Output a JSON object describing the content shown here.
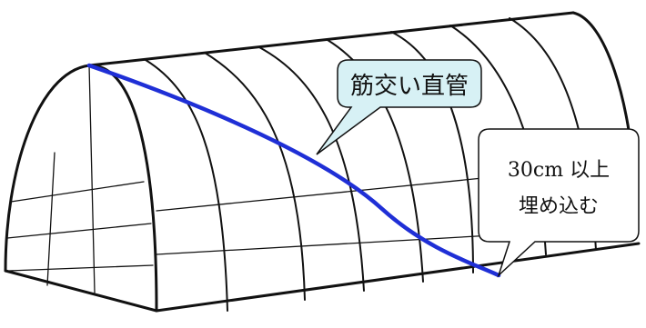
{
  "callouts": {
    "brace": {
      "label": "筋交い直管",
      "fill": "#d7f1f5"
    },
    "burial": {
      "line1": "30cm 以上",
      "line2": "埋め込む",
      "fill": "#ffffff"
    }
  },
  "colors": {
    "brace_pipe": "#1f2fd6",
    "frame": "#111111"
  }
}
